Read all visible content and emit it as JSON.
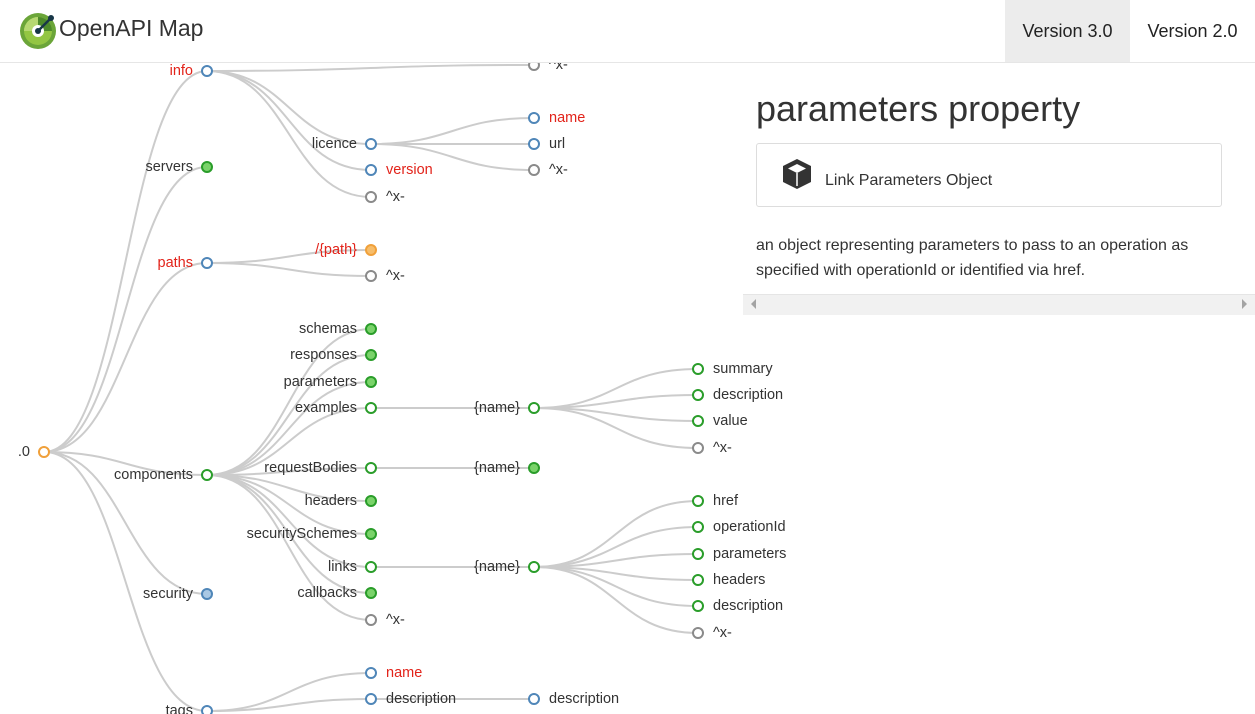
{
  "app": {
    "title": "OpenAPI Map"
  },
  "tabs": [
    {
      "label": "Version 3.0",
      "active": true
    },
    {
      "label": "Version 2.0",
      "active": false
    }
  ],
  "panel": {
    "title": "parameters property",
    "link_label": "Link Parameters Object",
    "description": "an object representing parameters to pass to an operation as specified with operationId or identified via href."
  },
  "colors": {
    "accent_red": "#e2231a",
    "node_blue": "#4f86b8",
    "node_green": "#2a9d2a",
    "node_orange": "#f0a03a",
    "node_gray": "#8a8a8a",
    "link_gray": "#cccccc"
  },
  "tree": {
    "nodes": [
      {
        "id": "root",
        "label": ".0"
      },
      {
        "id": "info",
        "label": "info",
        "red": true
      },
      {
        "id": "servers",
        "label": "servers"
      },
      {
        "id": "paths",
        "label": "paths",
        "red": true
      },
      {
        "id": "components",
        "label": "components"
      },
      {
        "id": "security",
        "label": "security"
      },
      {
        "id": "tags",
        "label": "tags"
      },
      {
        "id": "info-x",
        "label": "^x-"
      },
      {
        "id": "licence",
        "label": "licence"
      },
      {
        "id": "info-version",
        "label": "version",
        "red": true
      },
      {
        "id": "info-x2",
        "label": "^x-"
      },
      {
        "id": "lic-name",
        "label": "name",
        "red": true
      },
      {
        "id": "lic-url",
        "label": "url"
      },
      {
        "id": "lic-x",
        "label": "^x-"
      },
      {
        "id": "path-path",
        "label": "/{path}",
        "red": true
      },
      {
        "id": "path-x",
        "label": "^x-"
      },
      {
        "id": "schemas",
        "label": "schemas"
      },
      {
        "id": "responses",
        "label": "responses"
      },
      {
        "id": "parameters",
        "label": "parameters"
      },
      {
        "id": "examples",
        "label": "examples"
      },
      {
        "id": "requestBodies",
        "label": "requestBodies"
      },
      {
        "id": "headers",
        "label": "headers"
      },
      {
        "id": "securitySchemes",
        "label": "securitySchemes"
      },
      {
        "id": "links",
        "label": "links"
      },
      {
        "id": "callbacks",
        "label": "callbacks"
      },
      {
        "id": "comp-x",
        "label": "^x-"
      },
      {
        "id": "ex-name",
        "label": "{name}"
      },
      {
        "id": "rb-name",
        "label": "{name}"
      },
      {
        "id": "links-name",
        "label": "{name}"
      },
      {
        "id": "ex-summary",
        "label": "summary"
      },
      {
        "id": "ex-description",
        "label": "description"
      },
      {
        "id": "ex-value",
        "label": "value"
      },
      {
        "id": "ex-x",
        "label": "^x-"
      },
      {
        "id": "ln-href",
        "label": "href"
      },
      {
        "id": "ln-operationId",
        "label": "operationId"
      },
      {
        "id": "ln-parameters",
        "label": "parameters"
      },
      {
        "id": "ln-headers",
        "label": "headers"
      },
      {
        "id": "ln-description",
        "label": "description"
      },
      {
        "id": "ln-x",
        "label": "^x-"
      },
      {
        "id": "tag-name",
        "label": "name",
        "red": true
      },
      {
        "id": "tag-description",
        "label": "description"
      },
      {
        "id": "tag-ext-description",
        "label": "description"
      }
    ]
  }
}
